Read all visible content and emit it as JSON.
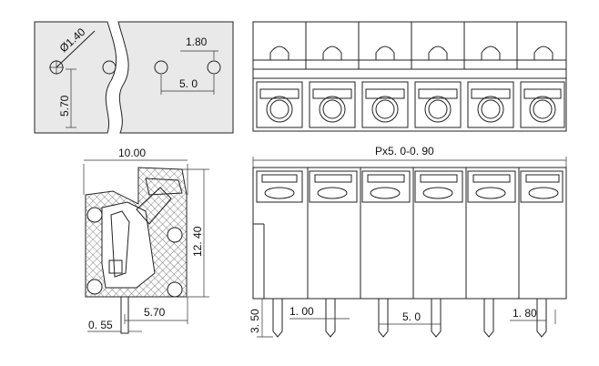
{
  "hole_detail": {
    "diameter": "Ø1.40",
    "row_offset": "1.80",
    "pitch": "5. 0",
    "vertical_offset": "5.70"
  },
  "side_view": {
    "width": "10.00",
    "height": "12. 40",
    "pin_offset": "5.70",
    "pin_thickness": "0. 55"
  },
  "front_view": {
    "length": "Px5. 0-0. 90",
    "pin_width": "1. 00",
    "pitch": "5. 0",
    "pin_spacing": "1. 80",
    "pin_length": "3. 50"
  },
  "top_view": {
    "pole_count": 6
  }
}
